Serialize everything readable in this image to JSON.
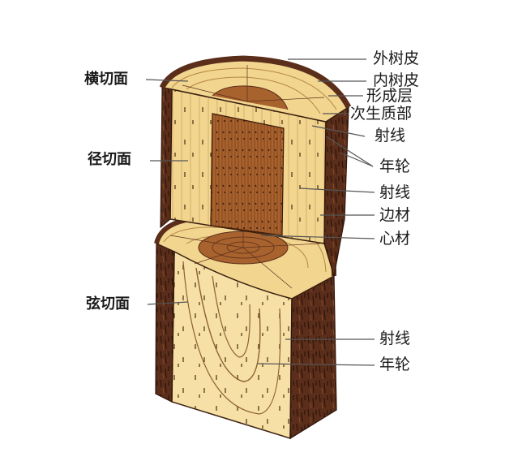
{
  "diagram": {
    "left_labels": {
      "cross_section": "横切面",
      "radial_section": "径切面",
      "tangential_section": "弦切面"
    },
    "right_labels": {
      "outer_bark": "外树皮",
      "inner_bark": "内树皮",
      "cambium": "形成层",
      "secondary_phloem": "次生质部",
      "ray_1": "射线",
      "annual_ring_1": "年轮",
      "ray_2": "射线",
      "sapwood": "边材",
      "heartwood": "心材",
      "ray_3": "射线",
      "annual_ring_2": "年轮"
    }
  },
  "colors": {
    "bark": "#5a2e1a",
    "bark_light": "#7a4128",
    "sapwood": "#f2d58f",
    "sapwood_light": "#f8e6b3",
    "heartwood": "#a8622e",
    "leader_line": "#555555",
    "text": "#1a1a1a"
  }
}
